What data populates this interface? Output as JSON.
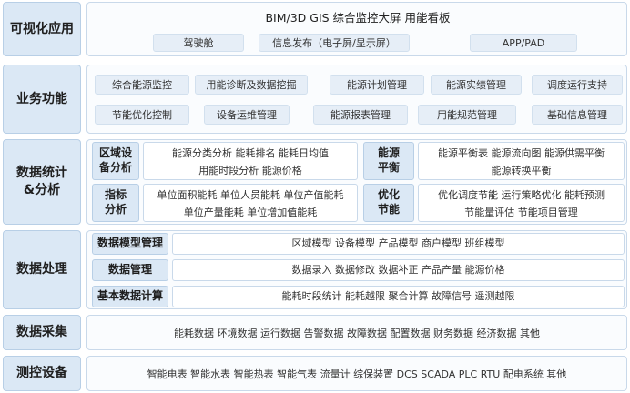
{
  "layers": {
    "visual": {
      "label": "可视化应用",
      "title": "BIM/3D  GIS  综合监控大屏  用能看板",
      "items": [
        "驾驶舱",
        "信息发布（电子屏/显示屏）",
        "APP/PAD"
      ]
    },
    "business": {
      "label": "业务功能",
      "row1": [
        "综合能源监控",
        "用能诊断及数据挖掘",
        "能源计划管理",
        "能源实绩管理",
        "调度运行支持"
      ],
      "row2": [
        "节能优化控制",
        "设备运维管理",
        "能源报表管理",
        "用能规范管理",
        "基础信息管理"
      ]
    },
    "stats": {
      "label": "数据统计\n&分析",
      "regional": {
        "label": "区域设\n备分析",
        "line1": "能源分类分析  能耗排名  能耗日均值",
        "line2": "用能时段分析  能源价格"
      },
      "balance": {
        "label": "能源\n平衡",
        "line1": "能源平衡表  能源流向图  能源供需平衡",
        "line2": "能源转换平衡"
      },
      "index": {
        "label": "指标\n分析",
        "line1": "单位面积能耗  单位人员能耗  单位产值能耗",
        "line2": "单位产量能耗  单位增加值能耗"
      },
      "optimize": {
        "label": "优化\n节能",
        "line1": "优化调度节能  运行策略优化  能耗预测",
        "line2": "节能量评估  节能项目管理"
      }
    },
    "processing": {
      "label": "数据处理",
      "rows": [
        {
          "label": "数据模型管理",
          "text": "区域模型  设备模型  产品模型  商户模型  班组模型"
        },
        {
          "label": "数据管理",
          "text": "数据录入  数据修改  数据补正  产品产量  能源价格"
        },
        {
          "label": "基本数据计算",
          "text": "能耗时段统计  能耗越限  聚合计算  故障信号  遥测越限"
        }
      ]
    },
    "collection": {
      "label": "数据采集",
      "text": "能耗数据  环境数据  运行数据  告警数据  故障数据  配置数据  财务数据  经济数据  其他"
    },
    "devices": {
      "label": "测控设备",
      "text": "智能电表  智能水表  智能热表  智能气表  流量计  综保装置  DCS  SCADA  PLC  RTU  配电系统  其他"
    }
  },
  "colors": {
    "label_bg": "#dbe8f5",
    "panel_border": "#c9d9ea",
    "pill_bg": "#e6eef7"
  }
}
